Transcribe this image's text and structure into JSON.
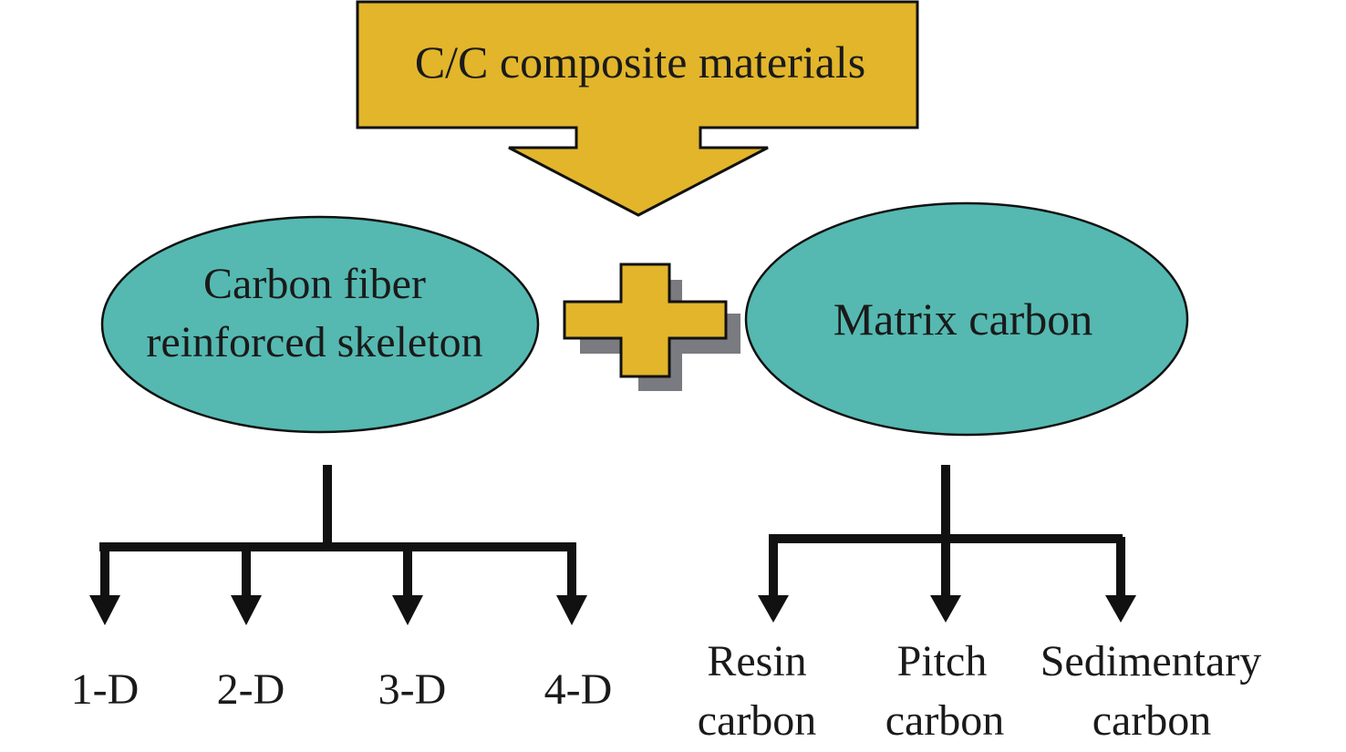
{
  "diagram": {
    "title": "C/C composite materials",
    "colors": {
      "gold": "#E2B52B",
      "teal": "#55B9B1",
      "shadow": "#7A7B80",
      "line": "#111111",
      "text": "#1a1a1a"
    },
    "left_node": {
      "line1": "Carbon fiber",
      "line2": "reinforced skeleton"
    },
    "operator": "plus",
    "right_node": {
      "label": "Matrix carbon"
    },
    "left_children": [
      {
        "label": "1-D"
      },
      {
        "label": "2-D"
      },
      {
        "label": "3-D"
      },
      {
        "label": "4-D"
      }
    ],
    "right_children": [
      {
        "line1": "Resin",
        "line2": "carbon"
      },
      {
        "line1": "Pitch",
        "line2": "carbon"
      },
      {
        "line1": "Sedimentary",
        "line2": "carbon"
      }
    ]
  }
}
